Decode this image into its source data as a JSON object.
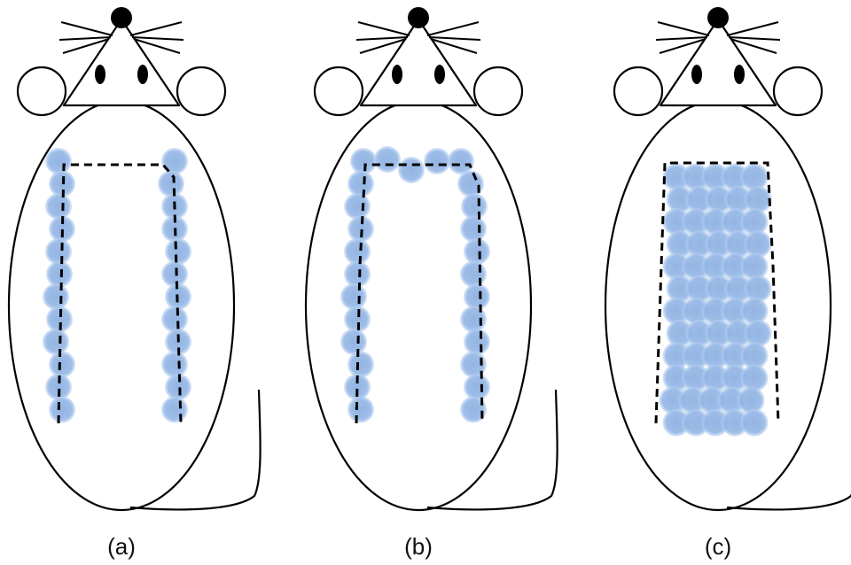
{
  "colors": {
    "outline": "#000000",
    "dot_fill": "#8fb3e3",
    "dot_edge": "#a9c5ec",
    "eye": "#000000",
    "background": "#ffffff"
  },
  "panels": [
    {
      "label": "(a)",
      "pattern": "two-parallel-lines"
    },
    {
      "label": "(b)",
      "pattern": "inverted-u-line"
    },
    {
      "label": "(c)",
      "pattern": "filled-rectangle"
    }
  ]
}
